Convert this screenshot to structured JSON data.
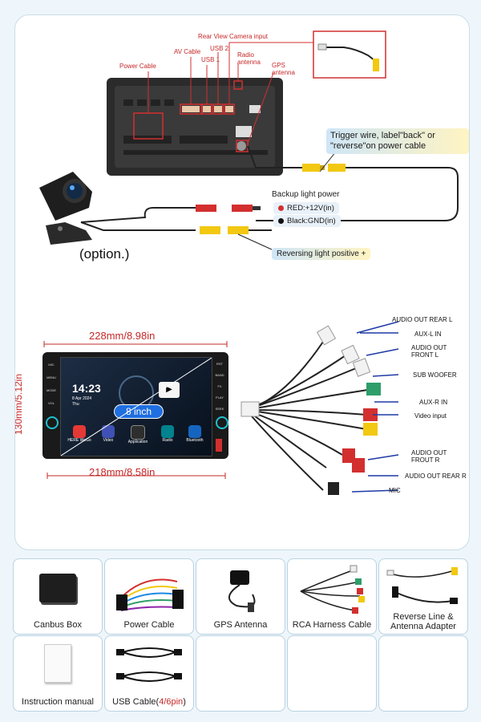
{
  "diagram": {
    "labels": {
      "rear_camera_input": "Rear View Camera input",
      "usb2": "USB 2",
      "av_cable": "AV Cable",
      "usb1": "USB 1",
      "radio_antenna": "Radio antenna",
      "power_cable": "Power Cable",
      "gps_antenna": "GPS antenna"
    },
    "trigger_note": "Trigger wire, label\"back\" or \"reverse\"on power cable",
    "backup_title": "Backup light power",
    "backup_red": "RED:+12V(in)",
    "backup_black": "Black:GND(in)",
    "reversing_note": "Reversing light positive +",
    "option_label": "(option.)"
  },
  "device": {
    "width_top": "228mm/8.98in",
    "width_bottom": "218mm/8.58in",
    "height": "130mm/5.12in",
    "size_badge": "8 inch",
    "clock": "14:23",
    "date": "8 Apr 2024",
    "day": "Thu",
    "apps": [
      "HERE WeGo",
      "Video",
      "Application",
      "Radio",
      "Bluetooth"
    ],
    "left_buttons": [
      "MIC",
      "MENU",
      "MODE",
      "VOL"
    ],
    "right_buttons": [
      "RST",
      "BAND",
      "FX",
      "PLAY",
      "SEEK"
    ]
  },
  "harness": {
    "labels": [
      "AUDIO OUT REAR L",
      "AUX-L IN",
      "AUDIO OUT FRONT L",
      "SUB WOOFER",
      "AUX-R IN",
      "Video input",
      "AUDIO OUT FROUT R",
      "AUDIO OUT REAR R",
      "MIC"
    ],
    "colors": {
      "white": "#f2f2f2",
      "red": "#d32f2f",
      "yellow": "#f2c811",
      "green": "#2e9e6a",
      "black": "#222222"
    }
  },
  "accessories": [
    {
      "label": "Canbus Box"
    },
    {
      "label": "Power Cable"
    },
    {
      "label": "GPS Antenna"
    },
    {
      "label": "RCA Harness Cable"
    },
    {
      "label": "Reverse Line & Antenna Adapter"
    },
    {
      "label": "Instruction manual"
    },
    {
      "label_main": "USB Cable(",
      "label_accent": "4/6pin",
      "label_tail": ")"
    },
    {
      "label": ""
    },
    {
      "label": ""
    },
    {
      "label": ""
    }
  ],
  "colors": {
    "accent_red": "#c62828",
    "callout_blue": "#cfe6f7",
    "callout_yellow": "#fff4c2",
    "cable_yellow": "#f2c811"
  }
}
